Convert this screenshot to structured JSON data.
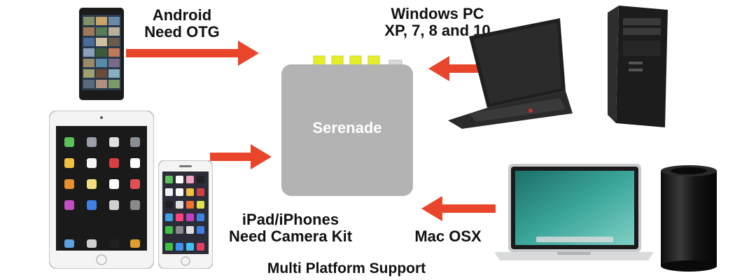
{
  "hub": {
    "label": "Serenade"
  },
  "labels": {
    "android": "Android\nNeed OTG",
    "windows": "Windows PC\nXP, 7, 8 and 10",
    "ios": "iPad/iPhones\nNeed Camera Kit",
    "mac": "Mac OSX",
    "footer": "Multi Platform Support"
  },
  "devices": {
    "android_phone": "smartphone-icon",
    "ipad": "tablet-icon",
    "iphone": "smartphone-icon",
    "laptop": "laptop-icon",
    "tower": "desktop-tower-icon",
    "macbook": "laptop-icon",
    "mac_pro": "desktop-cylinder-icon"
  },
  "colors": {
    "arrow": "#e8452a",
    "hub": "#b3b3b3",
    "port": "#e6ee2a",
    "text": "#111111"
  }
}
